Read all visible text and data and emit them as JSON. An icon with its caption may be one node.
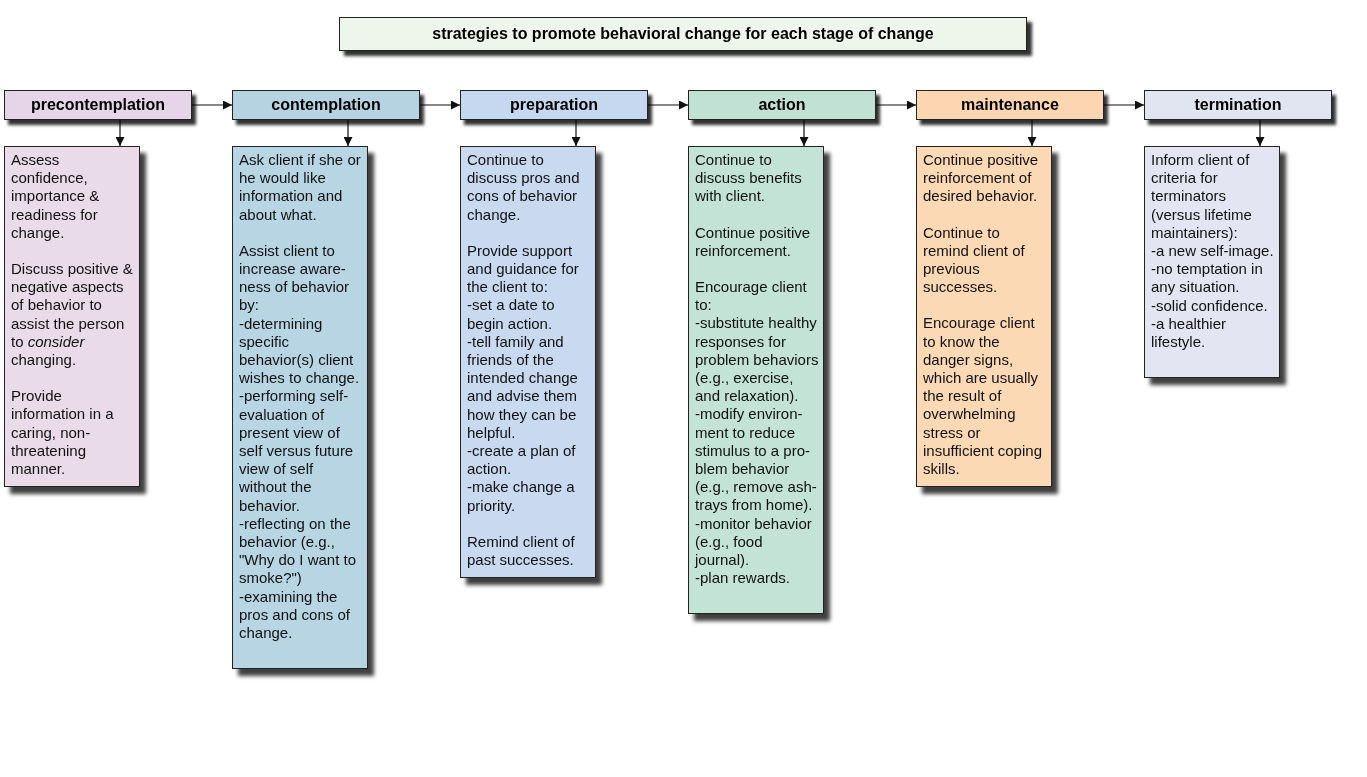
{
  "diagram": {
    "title": "strategies to promote behavioral change for each stage of change",
    "nodes": [
      {
        "text": [
          "precontemplation"
        ]
      },
      {
        "text": [
          "contemplation"
        ]
      },
      {
        "text": [
          "preparation"
        ]
      },
      {
        "text": [
          "action"
        ]
      },
      {
        "text": [
          "maintenance"
        ]
      },
      {
        "text": [
          "termination"
        ]
      },
      {
        "text": [
          "Assess confidence, importance & readiness for change.",
          "Discuss positive & negative aspects of behavior to assist the person to *consider* changing.",
          "Provide information in a caring, non-threatening manner."
        ]
      },
      {
        "text": [
          "Ask client if she or he would like information and about what.",
          "Assist client to increase aware-ness of behavior by:",
          "-determining specific behavior(s) client wishes to change.",
          "-performing self-evaluation of present view of self versus future view of self without the behavior.",
          "-reflecting on the behavior (e.g., \"Why do I want to smoke?\")",
          "-examining the pros and cons of change."
        ]
      },
      {
        "text": [
          "Continue to discuss pros and cons of behavior change.",
          "Provide support and guidance for the client to:",
          "-set a date to begin action.",
          "-tell family and friends of the intended change and advise them how they can be helpful.",
          "-create a plan of action.",
          "-make change a priority.",
          "Remind client of past successes."
        ]
      },
      {
        "text": [
          "Continue to discuss benefits with client.",
          "Continue positive reinforcement.",
          "Encourage client to:",
          "-substitute healthy responses for problem behaviors (e.g., exercise, and relaxation).",
          "-modify environ-ment to reduce stimulus to a pro-blem behavior (e.g., remove ash-trays from home).",
          "-monitor behavior (e.g., food journal).",
          "-plan rewards."
        ]
      },
      {
        "text": [
          "Continue positive reinforcement of desired behavior.",
          "Continue to remind client of previous successes.",
          "Encourage client to know the danger signs, which are usually the result of overwhelming stress or insufficient coping skills."
        ]
      },
      {
        "text": [
          "Inform client of criteria for terminators (versus lifetime maintainers):",
          "-a new self-image.",
          "-no temptation in any situation.",
          "-solid confidence.",
          "-a healthier lifestyle."
        ]
      }
    ],
    "edges": [
      {
        "from": 0,
        "to": 1,
        "arrow": "to"
      },
      {
        "from": 1,
        "to": 2,
        "arrow": "to"
      },
      {
        "from": 2,
        "to": 3,
        "arrow": "to"
      },
      {
        "from": 3,
        "to": 4,
        "arrow": "to"
      },
      {
        "from": 4,
        "to": 5,
        "arrow": "to"
      },
      {
        "from": 0,
        "to": 6,
        "arrow": "to"
      },
      {
        "from": 1,
        "to": 7,
        "arrow": "to"
      },
      {
        "from": 2,
        "to": 8,
        "arrow": "to"
      },
      {
        "from": 3,
        "to": 9,
        "arrow": "to"
      },
      {
        "from": 4,
        "to": 10,
        "arrow": "to"
      },
      {
        "from": 5,
        "to": 11,
        "arrow": "to"
      }
    ]
  }
}
